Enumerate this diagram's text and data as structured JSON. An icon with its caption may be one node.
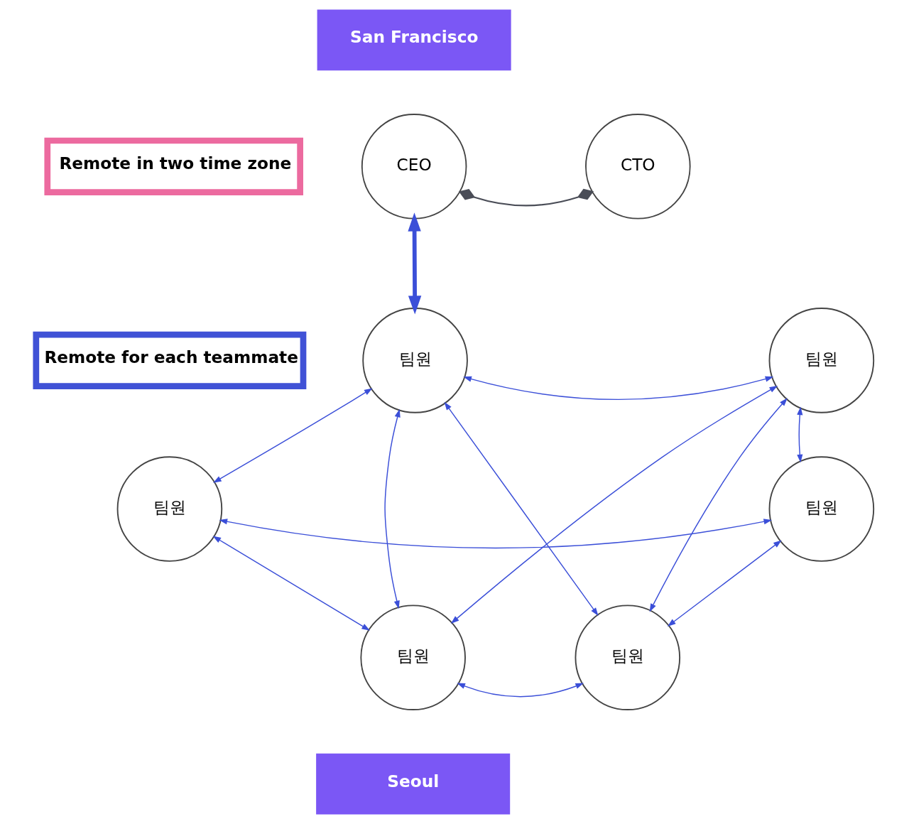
{
  "diagram": {
    "nodes": [
      {
        "text": [
          "San Francisco"
        ]
      },
      {
        "text": [
          "Remote in two time zone"
        ]
      },
      {
        "text": [
          "CEO"
        ]
      },
      {
        "text": [
          "CTO"
        ]
      },
      {
        "text": [
          "Remote for each teammate"
        ]
      },
      {
        "text": [
          "팀원"
        ]
      },
      {
        "text": [
          "팀원"
        ]
      },
      {
        "text": [
          "팀원"
        ]
      },
      {
        "text": [
          "팀원"
        ]
      },
      {
        "text": [
          "팀원"
        ]
      },
      {
        "text": [
          "팀원"
        ]
      },
      {
        "text": [
          "Seoul"
        ]
      }
    ],
    "edges": [
      {
        "from": 2,
        "to": 3,
        "arrow": "other",
        "color": "#4a4d57"
      },
      {
        "from": 2,
        "to": 5,
        "arrow": "both",
        "style": "thick"
      },
      {
        "from": 5,
        "to": 6,
        "arrow": "both"
      },
      {
        "from": 5,
        "to": 7,
        "arrow": "both"
      },
      {
        "from": 5,
        "to": 9,
        "arrow": "both"
      },
      {
        "from": 5,
        "to": 10,
        "arrow": "both"
      },
      {
        "from": 6,
        "to": 8,
        "arrow": "both"
      },
      {
        "from": 6,
        "to": 9,
        "arrow": "both"
      },
      {
        "from": 6,
        "to": 10,
        "arrow": "both"
      },
      {
        "from": 7,
        "to": 8,
        "arrow": "both"
      },
      {
        "from": 7,
        "to": 9,
        "arrow": "both"
      },
      {
        "from": 8,
        "to": 10,
        "arrow": "both"
      },
      {
        "from": 9,
        "to": 10,
        "arrow": "both"
      }
    ]
  }
}
